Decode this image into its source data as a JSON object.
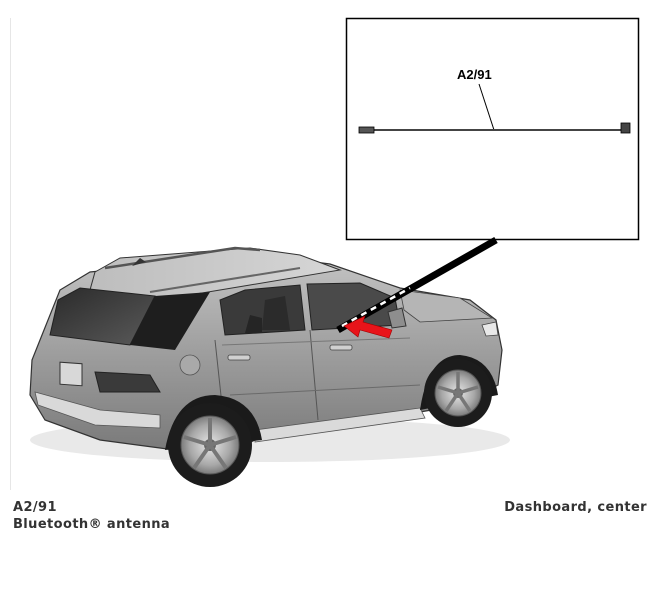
{
  "inset": {
    "component_label": "A2/91"
  },
  "caption": {
    "component_code": "A2/91",
    "component_name": "Bluetooth® antenna",
    "location": "Dashboard, center"
  },
  "colors": {
    "locator_arrow": "#e8141a",
    "vehicle_body": "#9a9a9a",
    "outline": "#000000"
  }
}
